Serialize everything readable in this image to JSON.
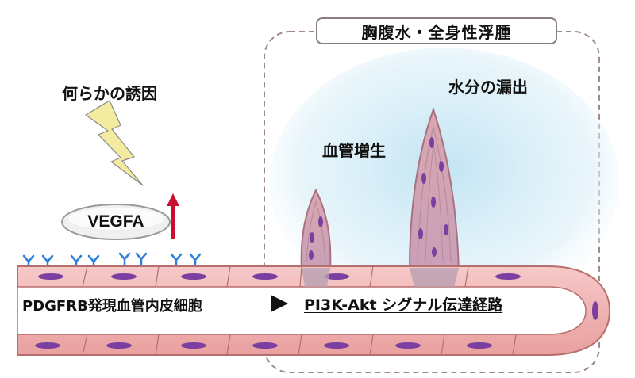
{
  "diagram": {
    "region_title": "胸腹水・全身性浮腫",
    "trigger_label": "何らかの誘因",
    "ligand_label": "VEGFA",
    "angiogenesis_label": "血管増生",
    "leakage_label": "水分の漏出",
    "cell_label": "PDGFRB発現血管内皮細胞",
    "pathway_label": "PI3K-Akt シグナル伝達経路",
    "icons": [
      "lightning-icon",
      "up-arrow-icon",
      "receptor-icon",
      "arrowhead-icon"
    ],
    "colors": {
      "vessel_fill": "#f2b9b9",
      "vessel_stroke": "#b56e6e",
      "nucleus": "#7a3fa0",
      "receptor": "#2c7fd8",
      "arrow_red": "#c8102e",
      "lightning": "#f3eba0",
      "leak_glow": "#bfe3f3",
      "frame_dash": "#a08a88"
    }
  }
}
